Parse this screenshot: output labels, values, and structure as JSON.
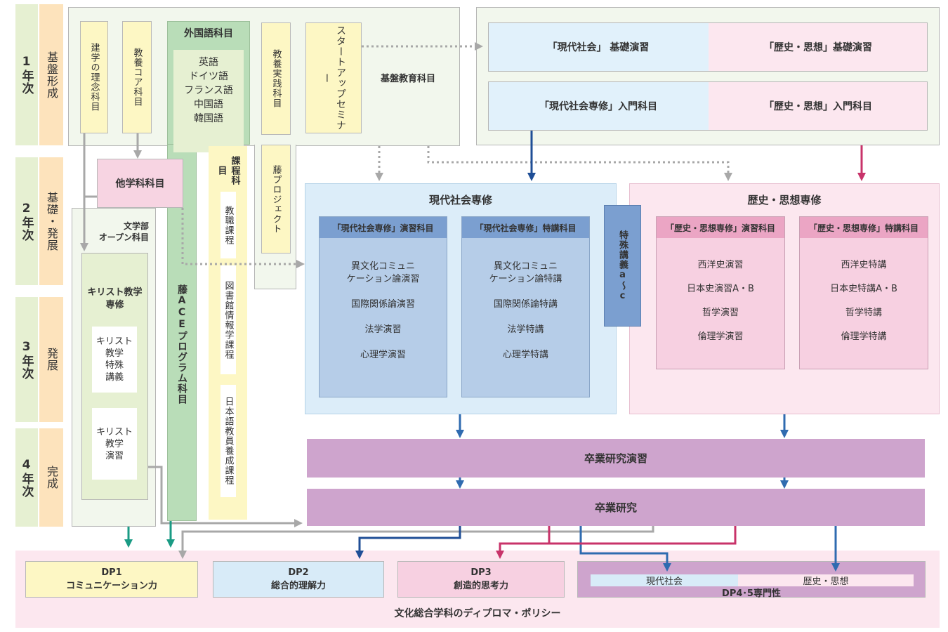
{
  "years": [
    {
      "year": "1年次",
      "stage": "基盤形成"
    },
    {
      "year": "2年次",
      "stage": "基礎・発展"
    },
    {
      "year": "3年次",
      "stage": "発展"
    },
    {
      "year": "4年次",
      "stage": "完成"
    }
  ],
  "kiban": {
    "label": "基盤教育科目",
    "kengaku": "建学の理念科目",
    "kyoyo_core": "教養コア科目",
    "foreign": {
      "title": "外国語科目",
      "items": [
        "英語",
        "ドイツ語",
        "フランス語",
        "中国語",
        "韓国語"
      ]
    },
    "kyoyo_jissen": "教養実践科目",
    "starter": "スタートアップセミナー"
  },
  "fuji_project": "藤プロジェクト",
  "other_dept": "他学科科目",
  "bungakubu_open": "文学部\nオープン科目",
  "course": {
    "title": "課程科目",
    "items": [
      "教職課程",
      "図書館情報学課程",
      "日本語教員養成課程"
    ]
  },
  "ace": "藤ACEプログラム科目",
  "christian": {
    "title": "キリスト教学\n専修",
    "items": [
      "キリスト\n教学\n特殊\n講義",
      "キリスト\n教学\n演習"
    ]
  },
  "top": {
    "gendai_kiso": "「現代社会」 基礎演習",
    "rekishi_kiso": "「歴史・思想」基礎演習",
    "gendai_nyumon": "「現代社会専修」入門科目",
    "rekishi_nyumon": "「歴史・思想」入門科目"
  },
  "gendai": {
    "title": "現代社会専修",
    "ensyu": {
      "title": "「現代社会専修」演習科目",
      "items": [
        "異文化コミュニ\nケーション論演習",
        "国際関係論演習",
        "法学演習",
        "心理学演習"
      ]
    },
    "tokko": {
      "title": "「現代社会専修」特講科目",
      "items": [
        "異文化コミュニ\nケーション論特講",
        "国際関係論特講",
        "法学特講",
        "心理学特講"
      ]
    }
  },
  "special": "特殊講義a〜c",
  "rekishi": {
    "title": "歴史・思想専修",
    "ensyu": {
      "title": "「歴史・思想専修」演習科目",
      "items": [
        "西洋史演習",
        "日本史演習A・B",
        "哲学演習",
        "倫理学演習"
      ]
    },
    "tokko": {
      "title": "「歴史・思想専修」特講科目",
      "items": [
        "西洋史特講",
        "日本史特講A・B",
        "哲学特講",
        "倫理学特講"
      ]
    }
  },
  "sotsugyo_ensyu": "卒業研究演習",
  "sotsugyo": "卒業研究",
  "dp": {
    "title": "文化総合学科のディプロマ・ポリシー",
    "dp1": {
      "code": "DP1",
      "name": "コミュニケーション力"
    },
    "dp2": {
      "code": "DP2",
      "name": "総合的理解力"
    },
    "dp3": {
      "code": "DP3",
      "name": "創造的思考力"
    },
    "dp45": {
      "label": "DP4･5専門性",
      "gendai": "現代社会",
      "rekishi": "歴史・思想"
    }
  },
  "colors": {
    "navy": "#1f4e96",
    "crimson": "#c8336a",
    "teal": "#1a9b84",
    "gray": "#a8a8a8",
    "purple": "#cea4cd"
  }
}
